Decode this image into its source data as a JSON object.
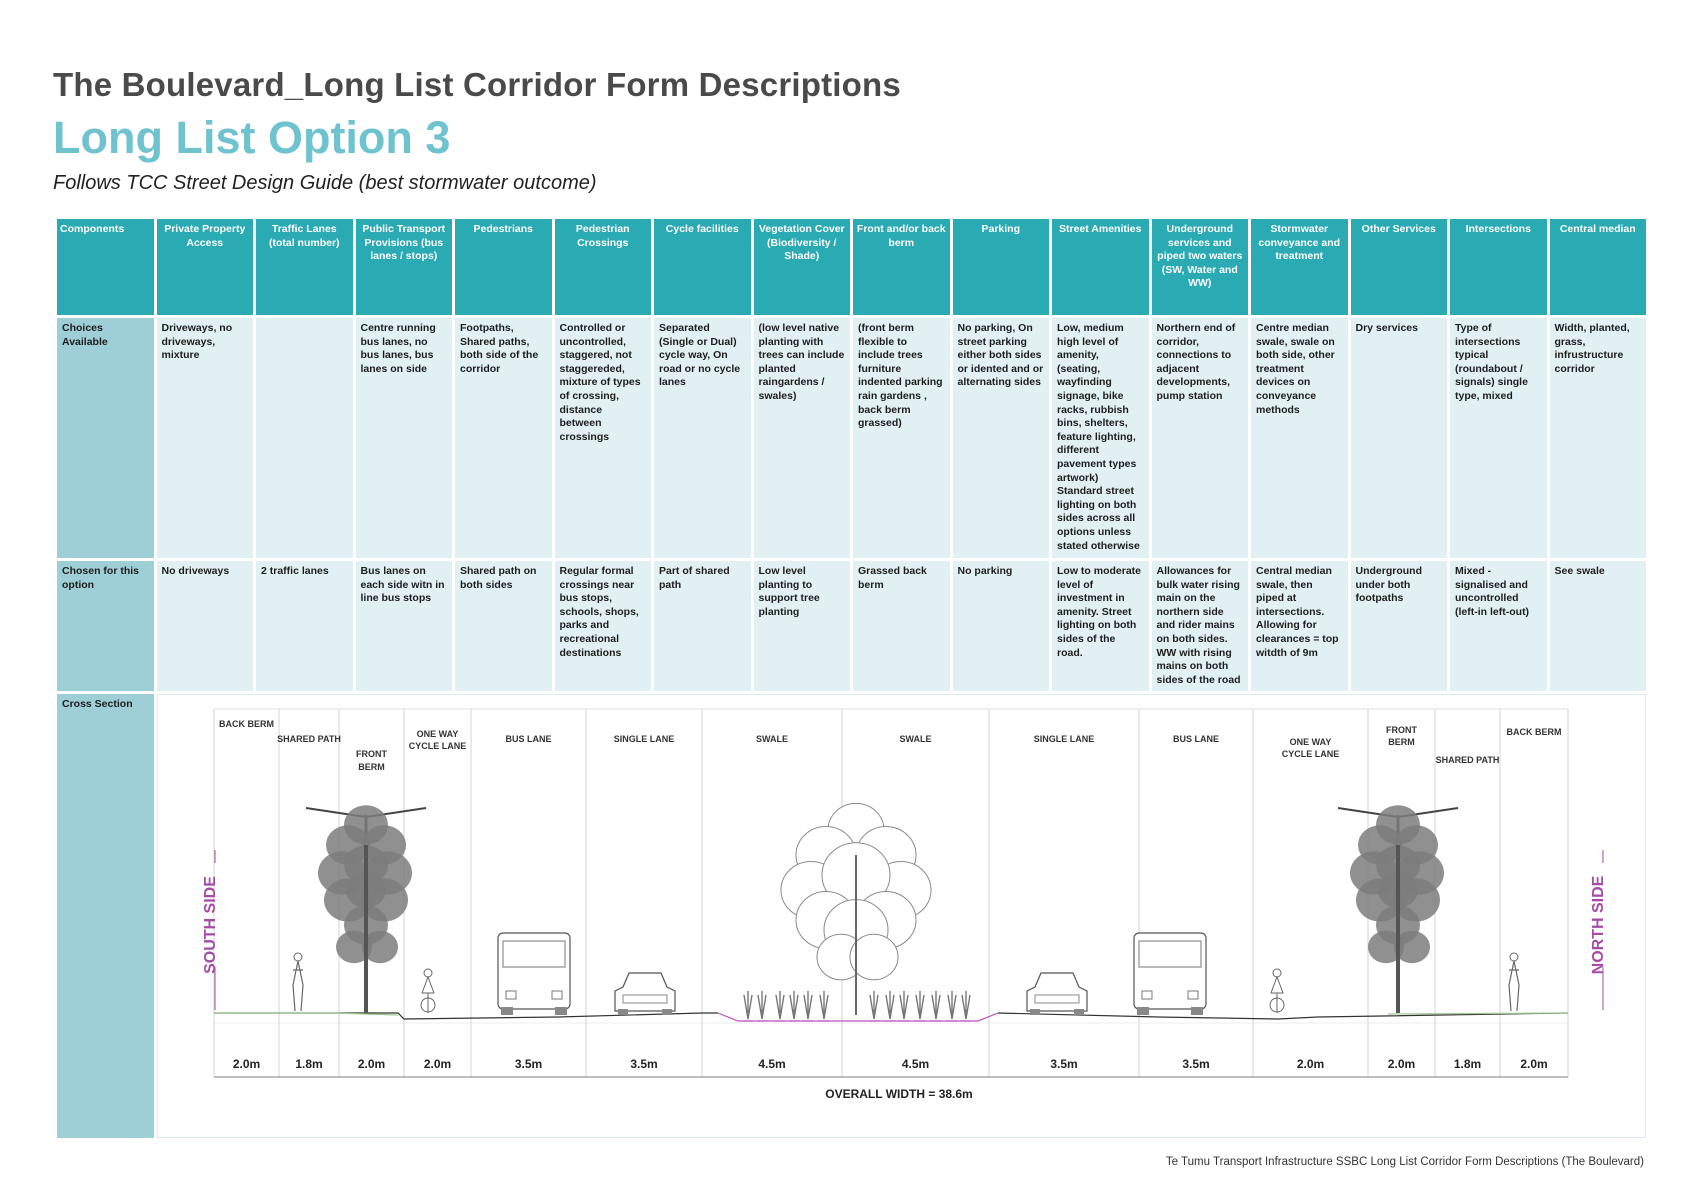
{
  "title": "The Boulevard_Long List Corridor Form Descriptions",
  "option_title": "Long List Option 3",
  "subtitle": "Follows TCC Street Design Guide (best stormwater outcome)",
  "columns": [
    "Components",
    "Private Property Access",
    "Traffic Lanes (total number)",
    "Public Transport Provisions (bus lanes / stops)",
    "Pedestrians",
    "Pedestrian Crossings",
    "Cycle facilities",
    "Vegetation Cover (Biodiversity / Shade)",
    "Front and/or back berm",
    "Parking",
    "Street Amenities",
    "Underground services and piped two waters (SW, Water and WW)",
    "Stormwater conveyance and treatment",
    "Other Services",
    "Intersections",
    "Central median"
  ],
  "rows": {
    "choices": {
      "label": "Choices Available",
      "cells": [
        "Driveways, no driveways, mixture",
        "",
        "Centre running bus lanes, no bus lanes, bus lanes on side",
        "Footpaths, Shared paths, both side of the corridor",
        "Controlled or uncontrolled, staggered, not staggereded, mixture of types of crossing, distance between crossings",
        "Separated (Single or Dual) cycle way, On road or no cycle lanes",
        "(low level native planting with trees can include planted raingardens / swales)",
        "(front berm flexible to include trees furniture indented parking rain gardens , back berm grassed)",
        "No parking, On street parking either both sides or idented and or alternating sides",
        "Low, medium high level of amenity, (seating, wayfinding signage, bike racks, rubbish bins, shelters, feature lighting, different pavement types artwork) Standard street lighting on both sides across all options unless stated otherwise",
        "Northern end of corridor, connections to adjacent developments, pump station",
        "Centre median swale, swale on both side, other treatment devices on conveyance methods",
        "Dry services",
        "Type of intersections typical (roundabout / signals) single type, mixed",
        "Width, planted, grass, infrustructure corridor"
      ]
    },
    "chosen": {
      "label": "Chosen for this option",
      "cells": [
        "No driveways",
        "2 traffic lanes",
        "Bus lanes on each side witn in line bus stops",
        "Shared path on both sides",
        "Regular formal crossings near bus stops, schools, shops, parks and recreational destinations",
        "Part of shared path",
        "Low level planting to support tree planting",
        "Grassed back berm",
        "No parking",
        "Low to moderate level of investment in amenity. Street lighting on both sides of the road.",
        "Allowances for bulk water rising main on the northern side and rider mains on both sides. WW with rising mains on both sides of the road",
        "Central median swale, then piped at intersections. Allowing for clearances = top witdth of 9m",
        "Underground under both footpaths",
        "Mixed - signalised and uncontrolled (left-in left-out)",
        "See swale"
      ]
    },
    "cross_section": {
      "label": "Cross Section"
    }
  },
  "cross_section": {
    "south_label": "SOUTH SIDE",
    "north_label": "NORTH SIDE",
    "overall_width": "OVERALL WIDTH = 38.6m",
    "zones": [
      {
        "name": "BACK BERM",
        "width": "2.0m"
      },
      {
        "name": "SHARED PATH",
        "width": "1.8m"
      },
      {
        "name": "FRONT BERM",
        "width": "2.0m"
      },
      {
        "name": "ONE WAY CYCLE LANE",
        "width": "2.0m"
      },
      {
        "name": "BUS LANE",
        "width": "3.5m"
      },
      {
        "name": "SINGLE LANE",
        "width": "3.5m"
      },
      {
        "name": "SWALE",
        "width": "4.5m"
      },
      {
        "name": "SWALE",
        "width": "4.5m"
      },
      {
        "name": "SINGLE LANE",
        "width": "3.5m"
      },
      {
        "name": "BUS LANE",
        "width": "3.5m"
      },
      {
        "name": "ONE WAY CYCLE LANE",
        "width": "2.0m"
      },
      {
        "name": "FRONT BERM",
        "width": "2.0m"
      },
      {
        "name": "SHARED PATH",
        "width": "1.8m"
      },
      {
        "name": "BACK BERM",
        "width": "2.0m"
      }
    ],
    "colors": {
      "side_label": "#a64ca6",
      "swale": "#c050c0",
      "tree": "#7d7d7d"
    }
  },
  "footer": "Te Tumu Transport Infrastructure SSBC Long List Corridor Form Descriptions (The Boulevard)",
  "colors": {
    "header_teal": "#2aaab2",
    "title_teal": "#6fc3cf",
    "row_label": "#9ecfd6",
    "cell_bg": "#e1f0f2"
  }
}
